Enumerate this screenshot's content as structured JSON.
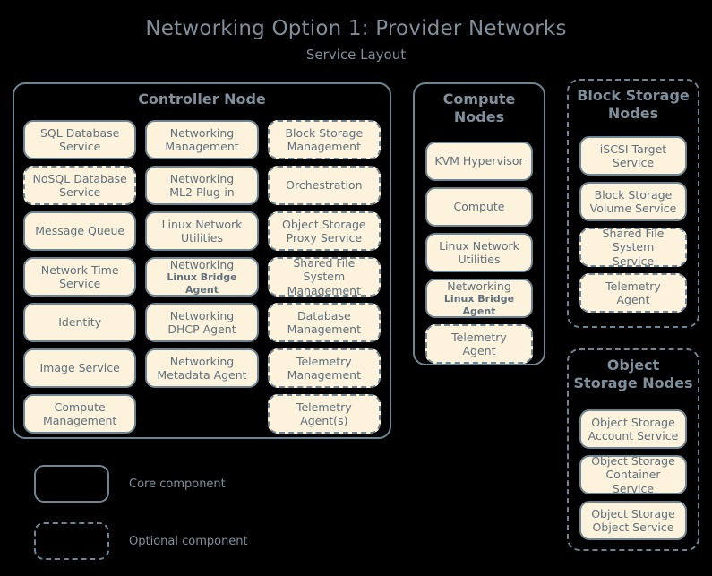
{
  "title": "Networking Option 1: Provider Networks",
  "subtitle": "Service Layout",
  "colors": {
    "background": "#000000",
    "box_fill": "#fdf3dd",
    "border": "#6e8593",
    "heading_text": "#7f8f9c",
    "box_text": "#5f707d"
  },
  "groups": {
    "controller": {
      "title": "Controller Node",
      "style": "solid",
      "columns": [
        [
          {
            "l1": "SQL Database",
            "l2": "Service",
            "style": "solid"
          },
          {
            "l1": "NoSQL Database",
            "l2": "Service",
            "style": "dashed"
          },
          {
            "l1": "Message Queue",
            "l2": "",
            "style": "solid"
          },
          {
            "l1": "Network Time",
            "l2": "Service",
            "style": "solid"
          },
          {
            "l1": "Identity",
            "l2": "",
            "style": "solid"
          },
          {
            "l1": "Image Service",
            "l2": "",
            "style": "solid"
          },
          {
            "l1": "Compute",
            "l2": "Management",
            "style": "solid"
          }
        ],
        [
          {
            "l1": "Networking",
            "l2": "Management",
            "style": "solid"
          },
          {
            "l1": "Networking",
            "l2": "ML2 Plug-in",
            "style": "solid"
          },
          {
            "l1": "Linux Network",
            "l2": "Utilities",
            "style": "solid"
          },
          {
            "l1": "Networking",
            "l2": "Linux Bridge Agent",
            "l2_small": true,
            "style": "solid"
          },
          {
            "l1": "Networking",
            "l2": "DHCP Agent",
            "style": "solid"
          },
          {
            "l1": "Networking",
            "l2": "Metadata Agent",
            "style": "solid"
          },
          {
            "empty": true
          }
        ],
        [
          {
            "l1": "Block Storage",
            "l2": "Management",
            "style": "dashed"
          },
          {
            "l1": "Orchestration",
            "l2": "",
            "style": "dashed"
          },
          {
            "l1": "Object Storage",
            "l2": "Proxy Service",
            "style": "dashed"
          },
          {
            "l1": "Shared File System",
            "l2": "Management",
            "style": "dashed"
          },
          {
            "l1": "Database",
            "l2": "Management",
            "style": "dashed"
          },
          {
            "l1": "Telemetry",
            "l2": "Management",
            "style": "dashed"
          },
          {
            "l1": "Telemetry",
            "l2": "Agent(s)",
            "style": "dashed"
          }
        ]
      ]
    },
    "compute": {
      "title": "Compute\nNodes",
      "title_lines": [
        "Compute",
        "Nodes"
      ],
      "style": "solid",
      "items": [
        {
          "l1": "KVM Hypervisor",
          "l2": "",
          "style": "solid"
        },
        {
          "l1": "Compute",
          "l2": "",
          "style": "solid"
        },
        {
          "l1": "Linux Network",
          "l2": "Utilities",
          "style": "solid"
        },
        {
          "l1": "Networking",
          "l2": "Linux Bridge Agent",
          "l2_small": true,
          "style": "solid"
        },
        {
          "l1": "Telemetry",
          "l2": "Agent",
          "style": "dashed"
        }
      ]
    },
    "block_storage": {
      "title_lines": [
        "Block Storage",
        "Nodes"
      ],
      "style": "dashed",
      "items": [
        {
          "l1": "iSCSI Target",
          "l2": "Service",
          "style": "solid"
        },
        {
          "l1": "Block Storage",
          "l2": "Volume Service",
          "style": "solid"
        },
        {
          "l1": "Shared File System",
          "l2": "Service",
          "style": "dashed"
        },
        {
          "l1": "Telemetry",
          "l2": "Agent",
          "style": "dashed"
        }
      ]
    },
    "object_storage": {
      "title_lines": [
        "Object",
        "Storage Nodes"
      ],
      "style": "dashed",
      "items": [
        {
          "l1": "Object Storage",
          "l2": "Account Service",
          "style": "solid"
        },
        {
          "l1": "Object Storage",
          "l2": "Container Service",
          "style": "solid"
        },
        {
          "l1": "Object Storage",
          "l2": "Object Service",
          "style": "solid"
        }
      ]
    }
  },
  "legend": [
    {
      "style": "solid",
      "label": "Core component"
    },
    {
      "style": "dashed",
      "label": "Optional component"
    }
  ]
}
